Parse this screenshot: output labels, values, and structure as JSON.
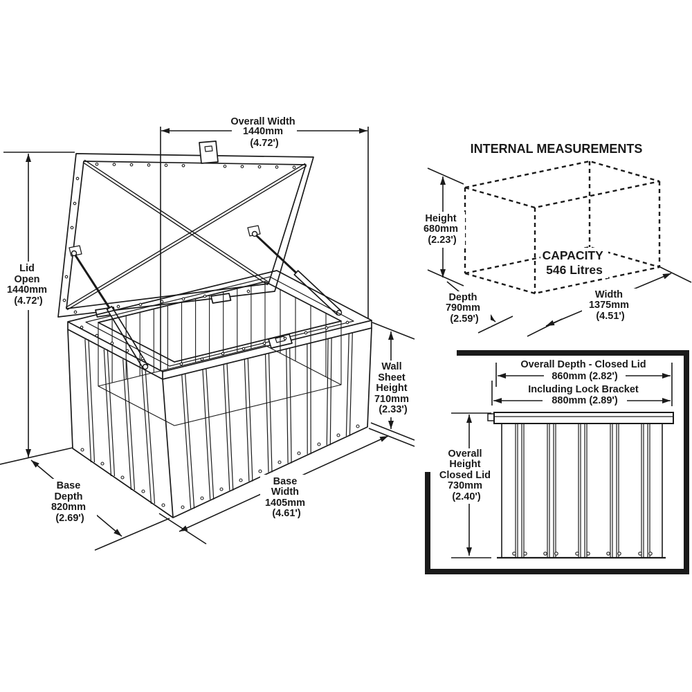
{
  "colors": {
    "line": "#1a1a1a",
    "background": "#ffffff"
  },
  "main_view": {
    "overall_width": {
      "label": "Overall Width",
      "mm": "1440mm",
      "ft": "(4.72')"
    },
    "lid_open": {
      "l1": "Lid",
      "l2": "Open",
      "mm": "1440mm",
      "ft": "(4.72')"
    },
    "wall_sheet_height": {
      "l1": "Wall",
      "l2": "Sheet",
      "l3": "Height",
      "mm": "710mm",
      "ft": "(2.33')"
    },
    "base_depth": {
      "l1": "Base",
      "l2": "Depth",
      "mm": "820mm",
      "ft": "(2.69')"
    },
    "base_width": {
      "l1": "Base",
      "l2": "Width",
      "mm": "1405mm",
      "ft": "(4.61')"
    }
  },
  "internal_view": {
    "title": "INTERNAL MEASUREMENTS",
    "capacity": {
      "l1": "CAPACITY",
      "l2": "546 Litres"
    },
    "height": {
      "label": "Height",
      "mm": "680mm",
      "ft": "(2.23')"
    },
    "depth": {
      "label": "Depth",
      "mm": "790mm",
      "ft": "(2.59')"
    },
    "width": {
      "label": "Width",
      "mm": "1375mm",
      "ft": "(4.51')"
    }
  },
  "closed_view": {
    "overall_depth": {
      "label": "Overall Depth - Closed Lid",
      "value": "860mm (2.82')"
    },
    "lock_bracket": {
      "label": "Including Lock Bracket",
      "value": "880mm (2.89')"
    },
    "overall_height": {
      "l1": "Overall",
      "l2": "Height",
      "l3": "Closed Lid",
      "mm": "730mm",
      "ft": "(2.40')"
    }
  }
}
